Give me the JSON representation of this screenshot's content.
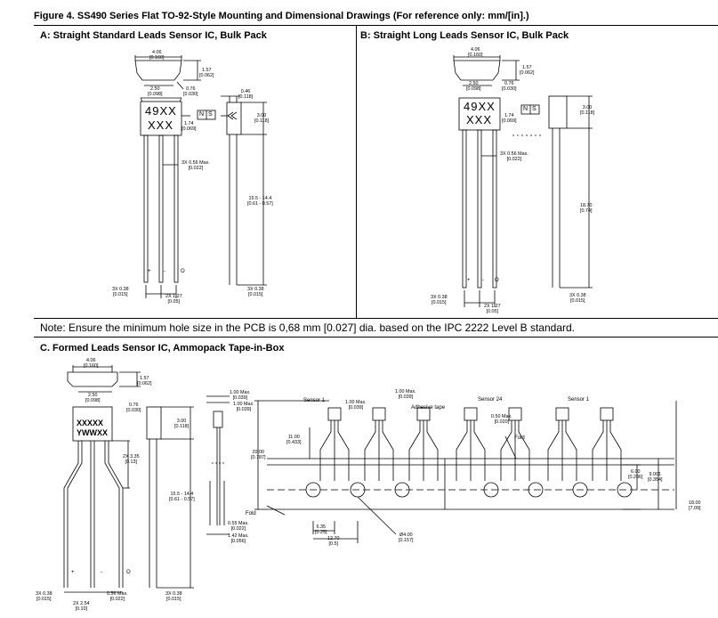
{
  "figure_title": "Figure 4. SS490 Series Flat TO-92-Style Mounting and Dimensional Drawings (For reference only: mm/[in].)",
  "section_a": {
    "title": "A: Straight Standard Leads Sensor IC, Bulk Pack",
    "marking_top": "49XX",
    "marking_bottom": "XXX",
    "dims": {
      "width_top": [
        "4.06",
        "[0.160]"
      ],
      "height_top": [
        "1.57",
        "[0.062]"
      ],
      "pitch_body": [
        "2.50",
        "[0.098]"
      ],
      "lead_offset": [
        "0.76",
        "[0.030]"
      ],
      "body_depth": [
        "1.74",
        "[0.069]"
      ],
      "side_top": [
        "0.46",
        "[0.118]"
      ],
      "side_height": [
        "3.00",
        "[0.118]"
      ],
      "lead_width": [
        "3X 0.56 Max.",
        "[0.022]"
      ],
      "lead_len": [
        "15.5 - 14.4",
        "[0.61 - 0.57]"
      ],
      "lead_th": [
        "3X 0.38",
        "[0.015]"
      ],
      "pitch": [
        "2X 1.27",
        "[0.05]"
      ],
      "side_th": [
        "3X 0.38",
        "[0.015]"
      ]
    },
    "pole_n": "N",
    "pole_s": "S",
    "lead_plus": "+",
    "lead_minus": "-",
    "lead_o": "O"
  },
  "section_b": {
    "title": "B: Straight Long Leads Sensor IC, Bulk Pack",
    "marking_top": "49XX",
    "marking_bottom": "XXX",
    "dims": {
      "width_top": [
        "4.06",
        "[0.160]"
      ],
      "height_top": [
        "1.57",
        "[0.062]"
      ],
      "pitch_body": [
        "2.50",
        "[0.098]"
      ],
      "lead_offset": [
        "0.76",
        "[0.030]"
      ],
      "body_depth": [
        "1.74",
        "[0.069]"
      ],
      "side_height": [
        "3.00",
        "[0.118]"
      ],
      "lead_width": [
        "3X 0.56 Max.",
        "[0.022]"
      ],
      "lead_len": [
        "18.70",
        "[0.74]"
      ],
      "lead_th": [
        "3X 0.38",
        "[0.015]"
      ],
      "pitch": [
        "2X 1.27",
        "[0.05]"
      ],
      "side_th": [
        "3X 0.38",
        "[0.015]"
      ]
    },
    "pole_n": "N",
    "pole_s": "S",
    "lead_plus": "+",
    "lead_minus": "-",
    "lead_o": "O"
  },
  "note": "Note: Ensure the minimum hole size in the PCB is 0,68 mm [0.027] dia. based on the IPC 2222 Level B standard.",
  "section_c": {
    "title": "C. Formed Leads Sensor IC, Ammopack Tape-in-Box",
    "marking_top": "XXXXX",
    "marking_bottom": "YWWXX",
    "dims": {
      "width_top": [
        "4.06",
        "[0.160]"
      ],
      "height_top": [
        "1.57",
        "[0.062]"
      ],
      "pitch_body": [
        "2.50",
        "[0.098]"
      ],
      "lead_offset": [
        "0.76",
        "[0.030]"
      ],
      "form": [
        "2X 3.35",
        "[0.13]"
      ],
      "side_height": [
        "3.00",
        "[0.118]"
      ],
      "lead_len": [
        "15.5 - 14.4",
        "[0.61 - 0.57]"
      ],
      "lead_th": [
        "3X 0.38",
        "[0.015]"
      ],
      "pitch": [
        "2X 2.54",
        "[0.10]"
      ],
      "lead_width": [
        "0.56 Max.",
        "[0.022]"
      ],
      "side_th": [
        "3X 0.38",
        "[0.015]"
      ],
      "tape_top1": [
        "1.00 Max.",
        "[0.039]"
      ],
      "tape_top2": [
        "1.00 Max.",
        "[0.039]"
      ],
      "tape_bot1": [
        "0.55 Max.",
        "[0.022]"
      ],
      "tape_bot2": [
        "1.42 Max.",
        "[0.056]"
      ],
      "t_height": [
        "20.00",
        "[0.787]"
      ],
      "t_lead": [
        "11.00",
        "[0.433]"
      ],
      "t_top_a": [
        "1.00 Max.",
        "[0.039]"
      ],
      "t_top_b": [
        "1.00 Max.",
        "[0.039]"
      ],
      "t_half": [
        "0.50 Max.",
        "[0.020]"
      ],
      "t_hole_c": [
        "6.35",
        "[0.25]"
      ],
      "t_pitch": [
        "12.70",
        "[0.5]"
      ],
      "t_hole_d": [
        "Ø4.00",
        "[0.157]"
      ],
      "t_a": [
        "6.00",
        "[0.236]"
      ],
      "t_b": [
        "9.001",
        "[0.354]"
      ],
      "t_c": [
        "18.00",
        "[7.09]"
      ]
    },
    "label_sensor1": "Sensor 1",
    "label_sensor24": "Sensor 24",
    "label_adhesive": "Adhesive tape",
    "label_fold": "Fold",
    "lead_plus": "+",
    "lead_minus": "-",
    "lead_o": "O"
  }
}
